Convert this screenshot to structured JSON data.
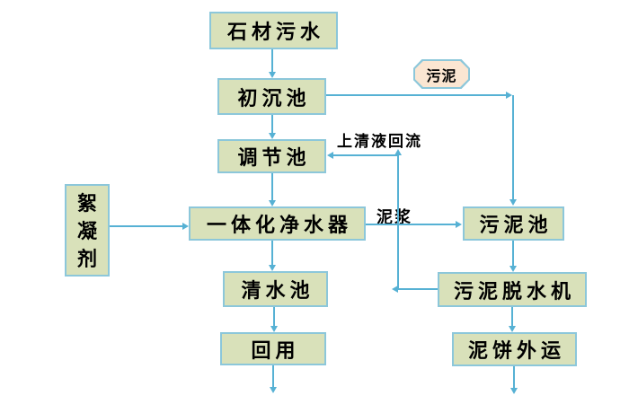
{
  "flowchart": {
    "colors": {
      "node_fill": "#d9e1ba",
      "node_border": "#8cc7da",
      "connector": "#56b1d4",
      "callout_fill": "#fbe6d2",
      "text": "#000000",
      "bg": "#ffffff"
    },
    "nodes": {
      "stone_wastewater": {
        "label": "石材污水"
      },
      "primary_sedimentation": {
        "label": "初沉池"
      },
      "regulating_tank": {
        "label": "调节池"
      },
      "integrated_purifier": {
        "label": "一体化净水器"
      },
      "clean_water_tank": {
        "label": "清水池"
      },
      "reuse": {
        "label": "回用"
      },
      "flocculant": {
        "label": "絮凝剂"
      },
      "sludge_tank": {
        "label": "污泥池"
      },
      "sludge_dewatering": {
        "label": "污泥脱水机"
      },
      "mud_cake_out": {
        "label": "泥饼外运"
      },
      "sludge_callout": {
        "label": "污泥"
      }
    },
    "edge_labels": {
      "supernatant_return": "上清液回流",
      "mud_slurry": "泥浆"
    },
    "edges": [
      {
        "from": "stone_wastewater",
        "to": "primary_sedimentation",
        "label": ""
      },
      {
        "from": "primary_sedimentation",
        "to": "regulating_tank",
        "label": ""
      },
      {
        "from": "regulating_tank",
        "to": "integrated_purifier",
        "label": ""
      },
      {
        "from": "flocculant",
        "to": "integrated_purifier",
        "label": ""
      },
      {
        "from": "integrated_purifier",
        "to": "clean_water_tank",
        "label": ""
      },
      {
        "from": "clean_water_tank",
        "to": "reuse",
        "label": ""
      },
      {
        "from": "reuse",
        "to": null,
        "label": ""
      },
      {
        "from": "primary_sedimentation",
        "to": "sludge_tank",
        "label": "污泥"
      },
      {
        "from": "integrated_purifier",
        "to": "sludge_tank",
        "label": "泥浆"
      },
      {
        "from": "sludge_tank",
        "to": "sludge_dewatering",
        "label": ""
      },
      {
        "from": "sludge_dewatering",
        "to": "regulating_tank",
        "label": "上清液回流"
      },
      {
        "from": "sludge_dewatering",
        "to": "mud_cake_out",
        "label": ""
      },
      {
        "from": "mud_cake_out",
        "to": null,
        "label": ""
      }
    ]
  }
}
